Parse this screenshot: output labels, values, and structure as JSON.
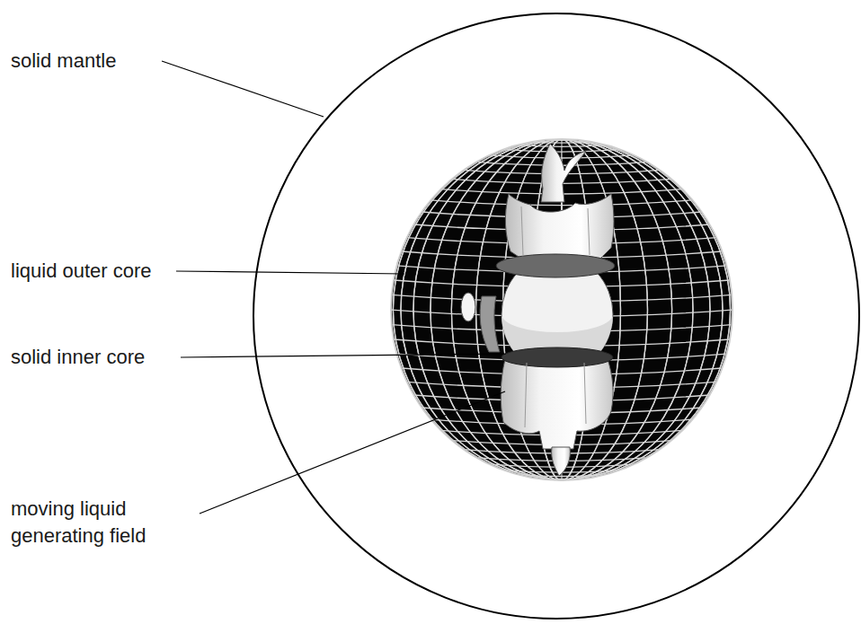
{
  "diagram": {
    "labels": [
      "solid mantle",
      "liquid outer core",
      "solid inner core",
      "moving liquid generating field"
    ]
  }
}
